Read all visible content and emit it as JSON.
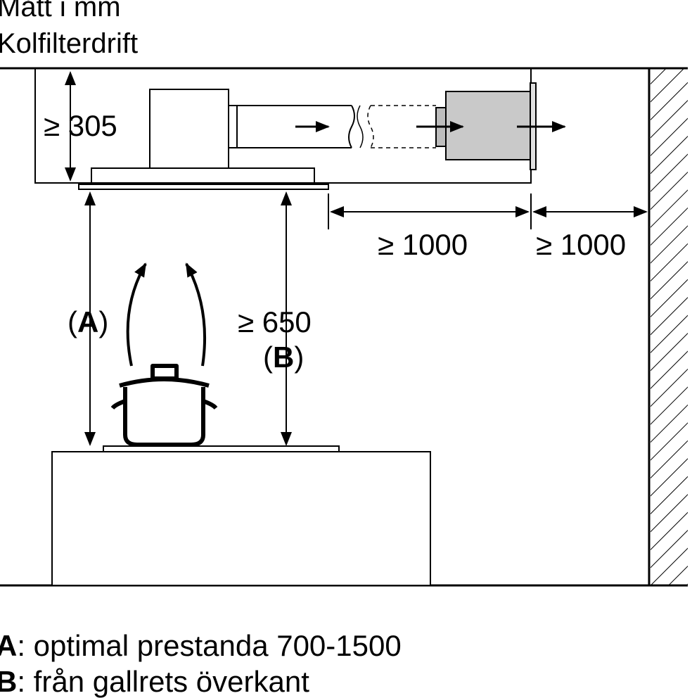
{
  "header": {
    "line1": "Mått i mm",
    "line2": "Kolfilterdrift"
  },
  "dimensions": {
    "height_top": "≥ 305",
    "dist_left": "≥ 1000",
    "dist_right": "≥ 1000",
    "height_b": "≥ 650",
    "label_a_open": "(",
    "label_a_letter": "A",
    "label_a_close": ")",
    "label_b_open": "(",
    "label_b_letter": "B",
    "label_b_close": ")"
  },
  "legend": [
    {
      "key": "A",
      "text": ": optimal prestanda 700-1500"
    },
    {
      "key": "B",
      "text": ": från gallrets överkant"
    }
  ]
}
